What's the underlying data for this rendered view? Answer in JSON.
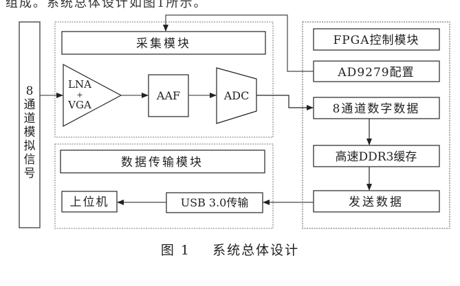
{
  "context_text": "组成。系统总体设计如图1所示。",
  "input_block": {
    "label_chars": [
      "8",
      "通",
      "道",
      "模",
      "拟",
      "信",
      "号"
    ]
  },
  "acquisition_module": {
    "title": "采集模块",
    "amplifier": {
      "line1": "LNA",
      "line2": "+",
      "line3": "VGA"
    },
    "filter": "AAF",
    "converter": "ADC"
  },
  "transfer_module": {
    "title": "数据传输模块",
    "host": "上位机",
    "usb": "USB 3.0传输"
  },
  "fpga_module": {
    "title": "FPGA控制模块",
    "config": "AD9279配置",
    "digital_data": "8通道数字数据",
    "ddr": "高速DDR3缓存",
    "send": "发送数据"
  },
  "caption": {
    "figure_no": "图 1",
    "title": "系统总体设计"
  },
  "colors": {
    "line": "#333333",
    "dotted": "#777777"
  }
}
